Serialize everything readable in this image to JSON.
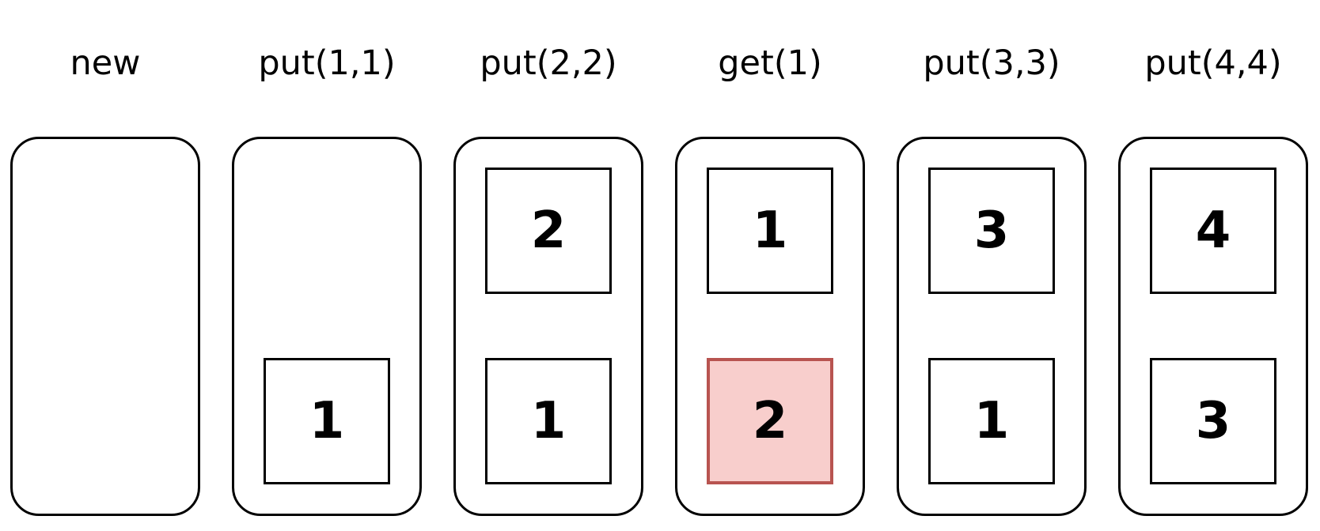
{
  "colors": {
    "stroke": "#000000",
    "highlight_fill": "#f8cecc",
    "highlight_border": "#b85450"
  },
  "steps": [
    {
      "label": "new",
      "slots": []
    },
    {
      "label": "put(1,1)",
      "slots": [
        {
          "value": "1",
          "position": "bottom",
          "highlighted": false
        }
      ]
    },
    {
      "label": "put(2,2)",
      "slots": [
        {
          "value": "2",
          "position": "top",
          "highlighted": false
        },
        {
          "value": "1",
          "position": "bottom",
          "highlighted": false
        }
      ]
    },
    {
      "label": "get(1)",
      "slots": [
        {
          "value": "1",
          "position": "top",
          "highlighted": false
        },
        {
          "value": "2",
          "position": "bottom",
          "highlighted": true
        }
      ]
    },
    {
      "label": "put(3,3)",
      "slots": [
        {
          "value": "3",
          "position": "top",
          "highlighted": false
        },
        {
          "value": "1",
          "position": "bottom",
          "highlighted": false
        }
      ]
    },
    {
      "label": "put(4,4)",
      "slots": [
        {
          "value": "4",
          "position": "top",
          "highlighted": false
        },
        {
          "value": "3",
          "position": "bottom",
          "highlighted": false
        }
      ]
    }
  ]
}
